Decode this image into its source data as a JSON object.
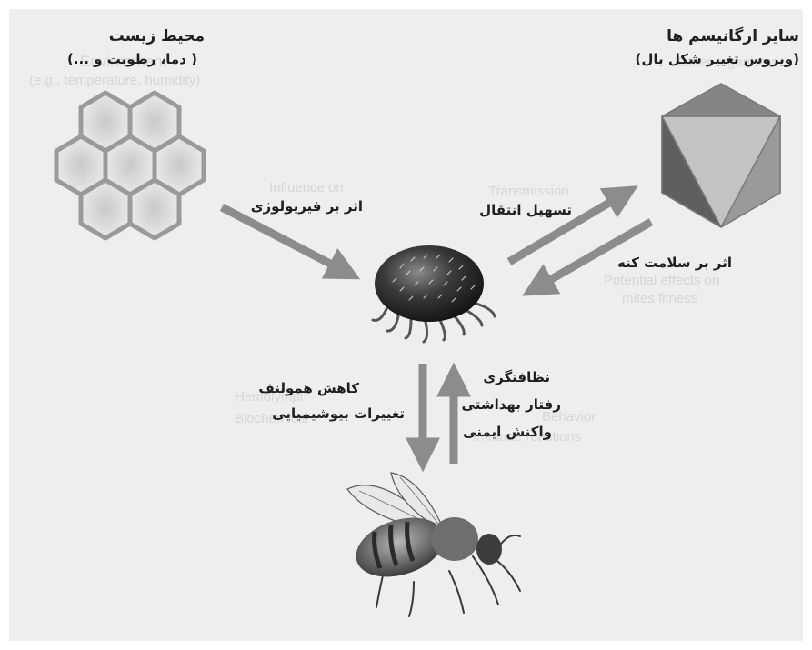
{
  "environment": {
    "title": "محیط زیست",
    "subtitle": "( دما، رطوبت و ...)",
    "ghost_title": "Environment",
    "ghost_subtitle": "(e.g., temperature, humidity)"
  },
  "organisms": {
    "title": "سایر ارگانیسم ها",
    "subtitle": "(ویروس تغییر شکل بال)",
    "ghost_title": "Other organisms"
  },
  "edges": {
    "physiology": {
      "label": "اثر بر فیزیولوژی",
      "ghost": "Influence on"
    },
    "transmission": {
      "label": "تسهیل انتقال",
      "ghost": "Transmission"
    },
    "mite_health": {
      "label": "اثر بر   سلامت کنه",
      "ghost_1": "Potential effects on",
      "ghost_2": "mites fitness"
    },
    "hemolymph": {
      "line_1": "کاهش همولنف",
      "line_2": "تغییرات بیوشیمیایی",
      "ghost_1": "Hemolymph",
      "ghost_2": "Biochemical"
    },
    "behavior": {
      "line_1": "نظافتگری",
      "line_2": "رفتار بهداشتی",
      "line_3": "واکنش ایمنی",
      "ghost_1": "Behavior",
      "ghost_2": "Immune reactions"
    }
  },
  "colors": {
    "background": "#eeeeee",
    "arrow": "#8c8c8c",
    "text": "#1f1f1f",
    "ghost_text": "#d6d6d6",
    "hex_fill": "#e6e6e6",
    "hex_stroke": "#9a9a9a"
  },
  "icons": [
    "honeycomb-icon",
    "virus-icon",
    "varroa-mite-icon",
    "honeybee-icon"
  ]
}
